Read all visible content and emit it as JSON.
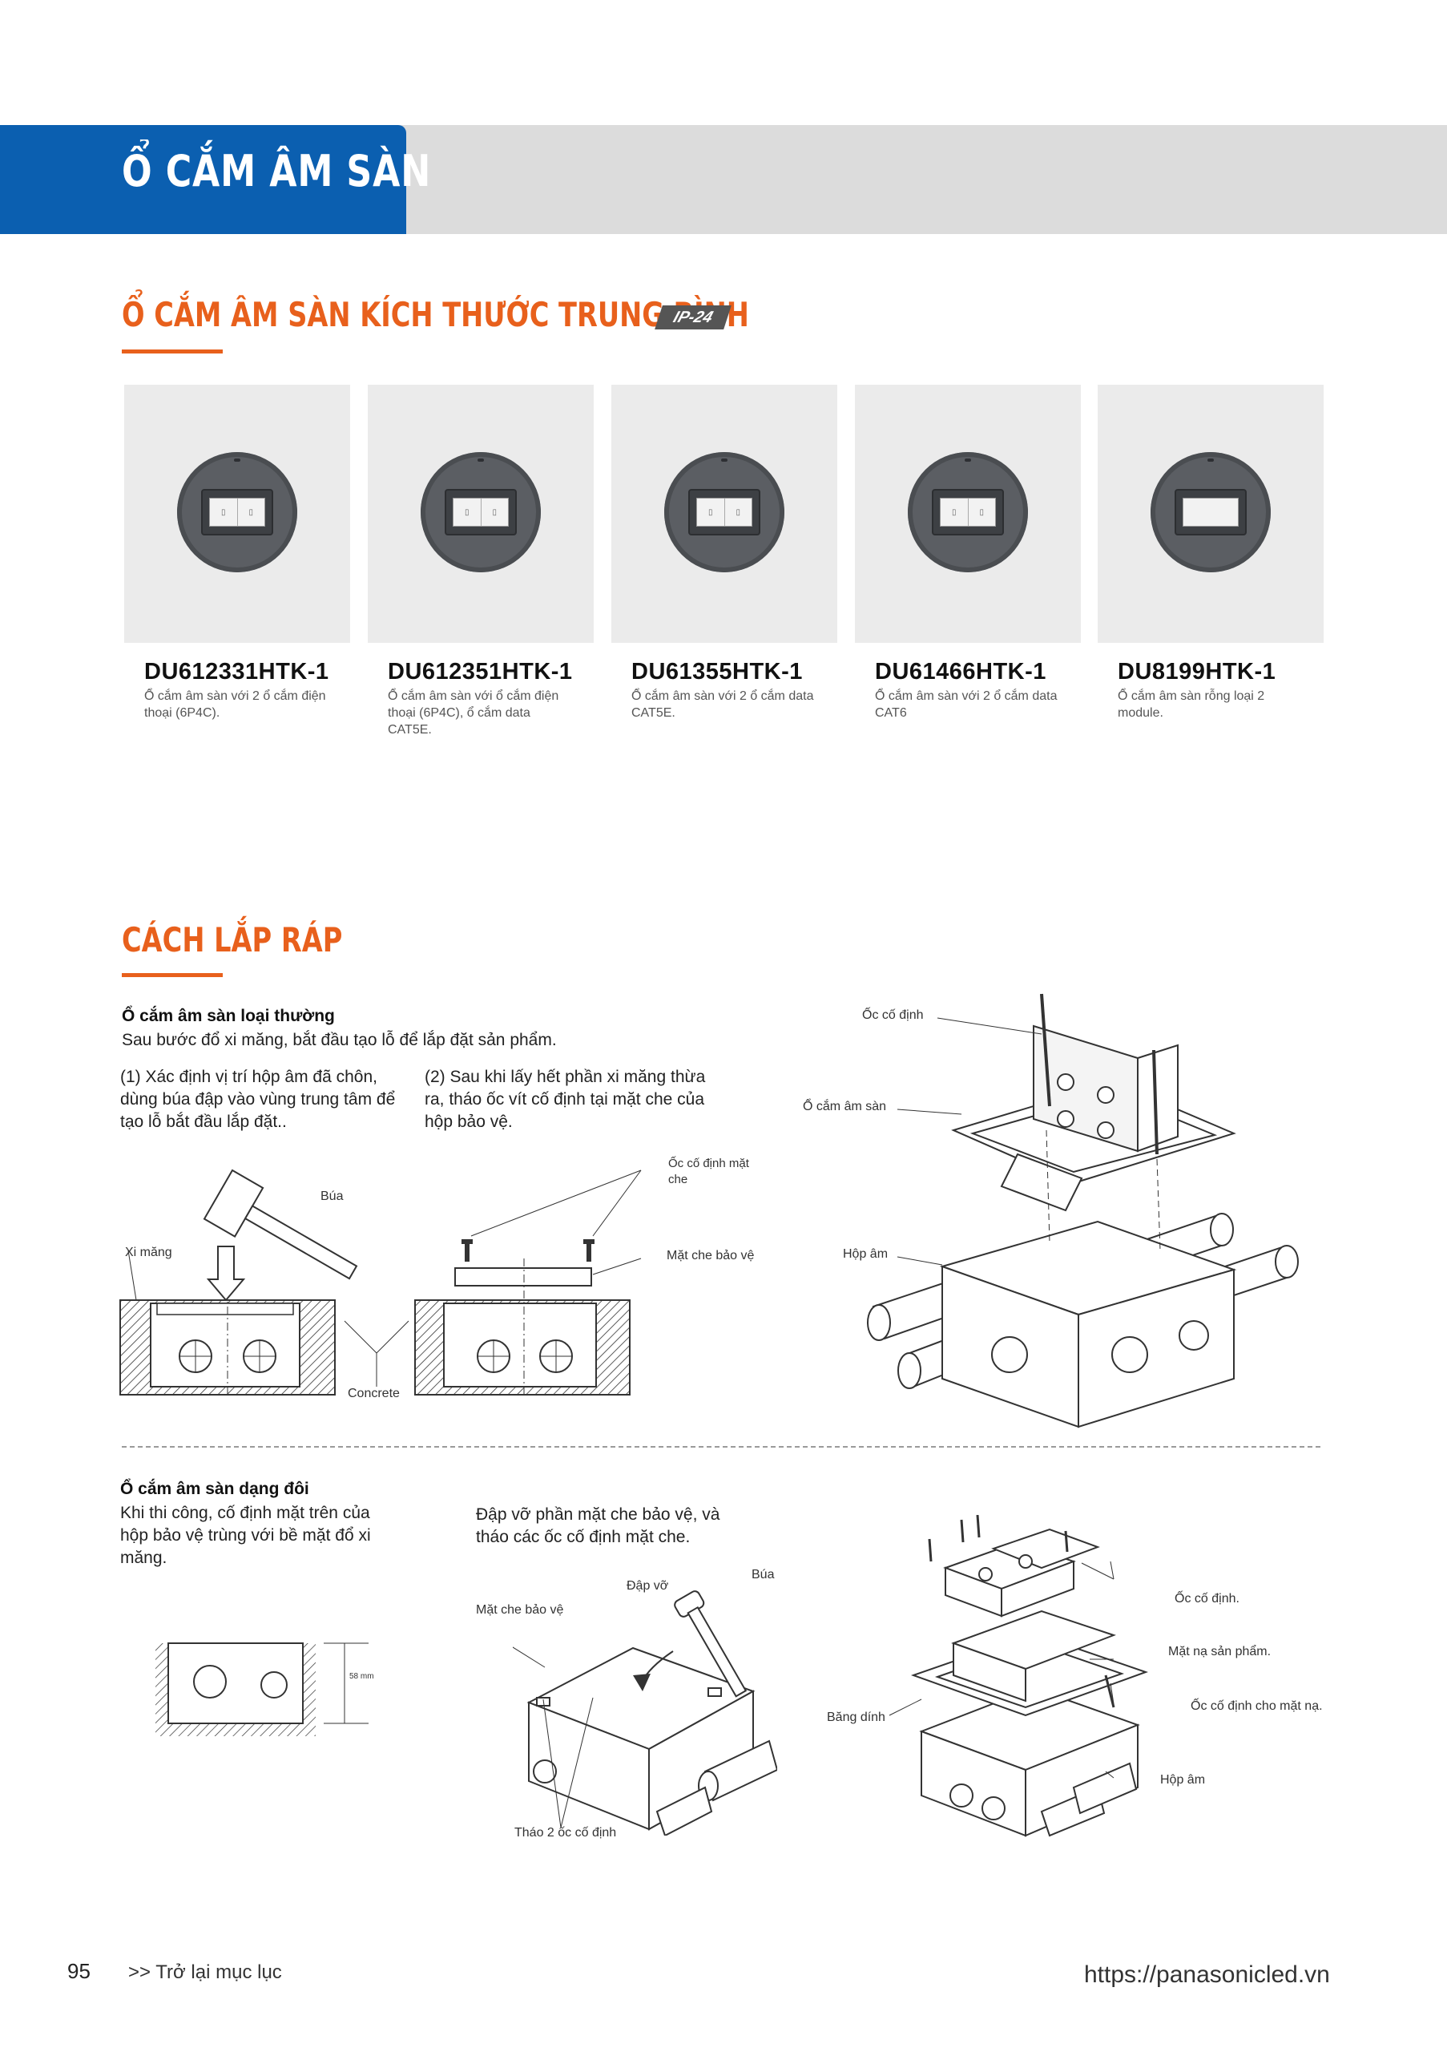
{
  "header": {
    "title": "Ổ CẮM ÂM SÀN"
  },
  "section1": {
    "title": "Ổ CẮM ÂM SÀN KÍCH THƯỚC TRUNG BÌNH",
    "tag": "IP-24"
  },
  "products": [
    {
      "code": "DU612331HTK-1",
      "desc": "Ổ cắm âm sàn với 2 ổ cắm điện thoại (6P4C).",
      "modules": 2
    },
    {
      "code": "DU612351HTK-1",
      "desc": "Ổ cắm âm sàn với ổ cắm điện thoại (6P4C), ổ cắm data CAT5E.",
      "modules": 2
    },
    {
      "code": "DU61355HTK-1",
      "desc": "Ổ cắm âm sàn với 2 ổ cắm data CAT5E.",
      "modules": 2
    },
    {
      "code": "DU61466HTK-1",
      "desc": "Ổ cắm âm sàn với 2 ổ cắm data CAT6",
      "modules": 2
    },
    {
      "code": "DU8199HTK-1",
      "desc": "Ổ cắm âm sàn rỗng loại 2 module.",
      "modules": 0
    }
  ],
  "section2": {
    "title": "CÁCH LẮP RÁP"
  },
  "install_normal": {
    "heading": "Ổ cắm âm sàn loại thường",
    "intro": "Sau bước đổ xi măng, bắt đầu tạo lỗ để lắp đặt sản phẩm.",
    "step1": "(1) Xác định vị trí hộp âm đã chôn, dùng búa đập vào vùng trung tâm để tạo lỗ bắt đầu lắp đặt..",
    "step2": "(2) Sau khi lấy hết phần xi măng thừa ra, tháo ốc vít cố định tại mặt che của hộp bảo vệ.",
    "labels": {
      "hammer": "Búa",
      "cement": "Xi măng",
      "concrete": "Concrete",
      "cover_screw": "Ốc cố định mặt che",
      "protective_cover": "Mặt che bảo vệ",
      "fix_screw": "Ốc cố định",
      "floor_socket": "Ổ cắm âm sàn",
      "flush_box": "Hộp âm"
    }
  },
  "install_double": {
    "heading": "Ổ cắm âm sàn dạng đôi",
    "intro": "Khi thi công, cố định mặt trên của hộp bảo vệ trùng với bề mặt đổ xi măng.",
    "step": "Đập vỡ phần mặt che bảo vệ, và tháo các ốc cố định mặt che.",
    "labels": {
      "dim": "58 mm",
      "break": "Đập vỡ",
      "hammer": "Búa",
      "protective_cover": "Mặt che bảo vệ",
      "remove_screws": "Tháo 2 ốc cố định",
      "fix_screw": "Ốc cố định.",
      "face_mask": "Mặt nạ sản phẩm.",
      "mask_screw": "Ốc cố định cho mặt nạ.",
      "tape": "Băng dính",
      "flush_box": "Hộp âm"
    }
  },
  "footer": {
    "page": "95",
    "back_link": ">> Trở lại mục lục",
    "url": "https://panasonicled.vn"
  }
}
